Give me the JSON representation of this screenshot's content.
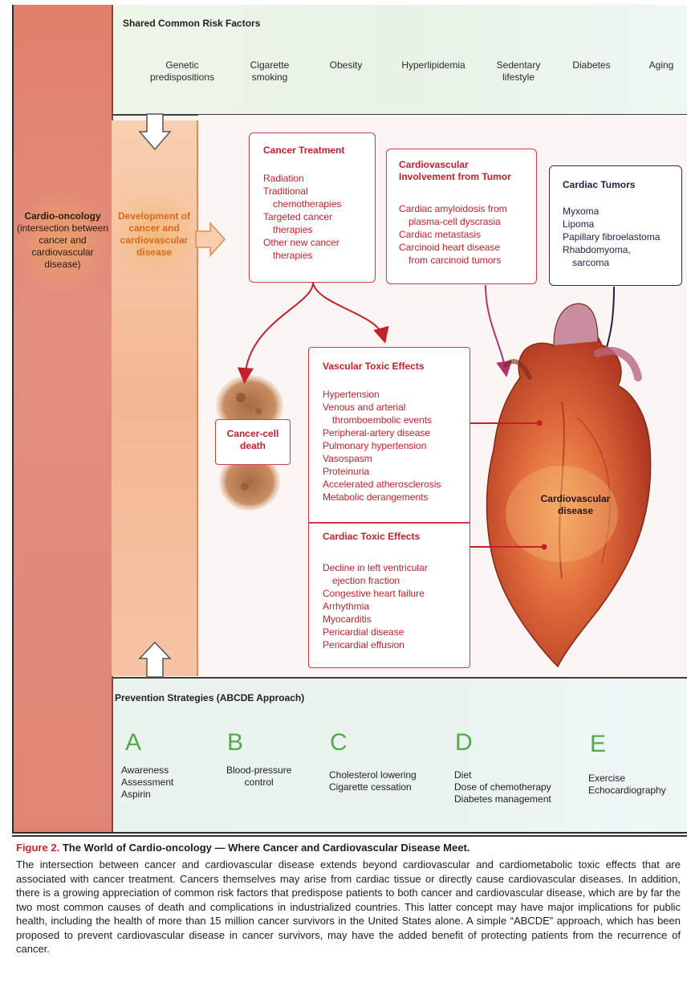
{
  "left_column": {
    "title": "Cardio-oncology",
    "subtitle": "(intersection between cancer and cardiovascular disease)"
  },
  "shared_risk_factors": {
    "heading": "Shared Common Risk Factors",
    "items": [
      [
        "Genetic",
        "predispositions"
      ],
      [
        "Cigarette",
        "smoking"
      ],
      [
        "Obesity"
      ],
      [
        "Hyperlipidemia"
      ],
      [
        "Sedentary",
        "lifestyle"
      ],
      [
        "Diabetes"
      ],
      [
        "Aging"
      ]
    ]
  },
  "development": {
    "label": "Development of cancer and cardiovascular disease"
  },
  "cancer_treatment": {
    "title": "Cancer Treatment",
    "items": [
      {
        "text": "Radiation",
        "indent": false
      },
      {
        "text": "Traditional",
        "indent": false
      },
      {
        "text": "chemotherapies",
        "indent": true
      },
      {
        "text": "Targeted cancer",
        "indent": false
      },
      {
        "text": "therapies",
        "indent": true
      },
      {
        "text": "Other new cancer",
        "indent": false
      },
      {
        "text": "therapies",
        "indent": true
      }
    ]
  },
  "cardiovascular_involvement": {
    "title_line1": "Cardiovascular",
    "title_line2": "Involvement from Tumor",
    "items": [
      {
        "text": "Cardiac amyloidosis from",
        "indent": false
      },
      {
        "text": "plasma-cell dyscrasia",
        "indent": true
      },
      {
        "text": "Cardiac metastasis",
        "indent": false
      },
      {
        "text": "Carcinoid heart disease",
        "indent": false
      },
      {
        "text": "from carcinoid tumors",
        "indent": true
      }
    ]
  },
  "cardiac_tumors": {
    "title": "Cardiac Tumors",
    "items": [
      {
        "text": "Myxoma",
        "indent": false
      },
      {
        "text": "Lipoma",
        "indent": false
      },
      {
        "text": "Papillary fibroelastoma",
        "indent": false
      },
      {
        "text": "Rhabdomyoma,",
        "indent": false
      },
      {
        "text": "sarcoma",
        "indent": true
      }
    ]
  },
  "cancer_cell_death": {
    "label_line1": "Cancer-cell",
    "label_line2": "death"
  },
  "vascular_toxic": {
    "title": "Vascular Toxic Effects",
    "items": [
      {
        "text": "Hypertension",
        "indent": false
      },
      {
        "text": "Venous and arterial",
        "indent": false
      },
      {
        "text": "thromboembolic events",
        "indent": true
      },
      {
        "text": "Peripheral-artery disease",
        "indent": false
      },
      {
        "text": "Pulmonary hypertension",
        "indent": false
      },
      {
        "text": "Vasospasm",
        "indent": false
      },
      {
        "text": "Proteinuria",
        "indent": false
      },
      {
        "text": "Accelerated atherosclerosis",
        "indent": false
      },
      {
        "text": "Metabolic derangements",
        "indent": false
      }
    ]
  },
  "cardiac_toxic": {
    "title": "Cardiac Toxic Effects",
    "items": [
      {
        "text": "Decline in left ventricular",
        "indent": false
      },
      {
        "text": "ejection fraction",
        "indent": true
      },
      {
        "text": "Congestive heart failure",
        "indent": false
      },
      {
        "text": "Arrhythmia",
        "indent": false
      },
      {
        "text": "Myocarditis",
        "indent": false
      },
      {
        "text": "Pericardial disease",
        "indent": false
      },
      {
        "text": "Pericardial effusion",
        "indent": false
      }
    ]
  },
  "heart": {
    "label_line1": "Cardiovascular",
    "label_line2": "disease"
  },
  "prevention": {
    "heading": "Prevention Strategies (ABCDE Approach)",
    "columns": [
      {
        "letter": "A",
        "items": [
          "Awareness",
          "Assessment",
          "Aspirin"
        ]
      },
      {
        "letter": "B",
        "items": [
          "Blood-pressure",
          "control"
        ]
      },
      {
        "letter": "C",
        "items": [
          "Cholesterol lowering",
          "Cigarette cessation"
        ]
      },
      {
        "letter": "D",
        "items": [
          "Diet",
          "Dose of chemotherapy",
          "Diabetes management"
        ]
      },
      {
        "letter": "E",
        "items": [
          "Exercise",
          "Echocardiography"
        ]
      }
    ]
  },
  "caption": {
    "figure_label": "Figure 2.",
    "title": "The World of Cardio-oncology — Where Cancer and Cardiovascular Disease Meet.",
    "body": "The intersection between cancer and cardiovascular disease extends beyond cardiovascular and cardiometabolic toxic effects that are associated with cancer treatment. Cancers themselves may arise from cardiac tissue or directly cause cardiovascular diseases. In addition, there is a growing appreciation of common risk factors that predispose patients to both cancer and cardiovascular disease, which are by far the two most common causes of death and complications in industrialized countries. This latter concept may have major implications for public health, including the health of more than 15 million cancer survivors in the United States alone. A simple “ABCDE” approach, which has been proposed to prevent cardiovascular disease in cancer survivors, may have the added benefit of protecting patients from the recurrence of cancer."
  },
  "colors": {
    "accent_red": "#c4202c",
    "accent_orange": "#d9691f",
    "accent_green": "#56a84f",
    "navy": "#1f2145"
  }
}
